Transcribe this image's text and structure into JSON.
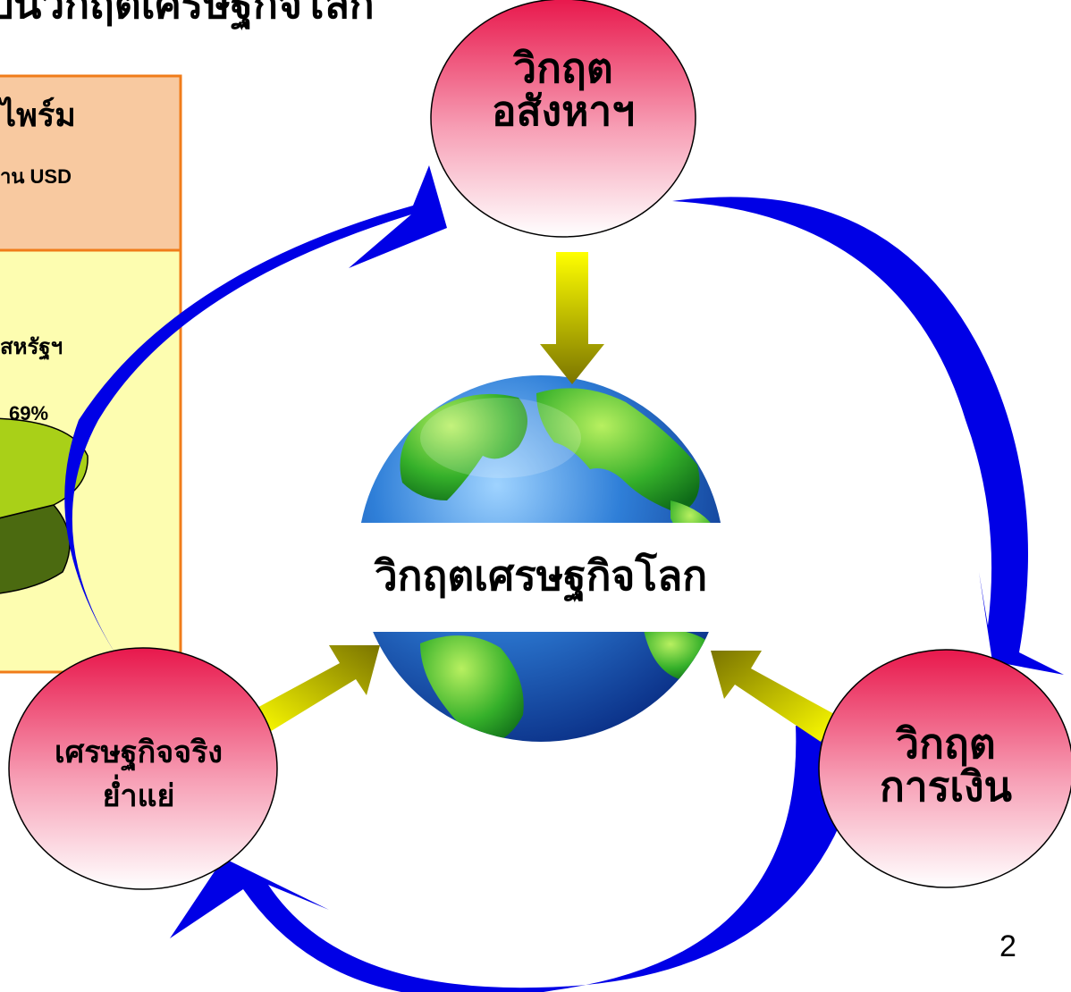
{
  "slide": {
    "title": "เป็นวิกฤตเศรษฐกิจโลก",
    "page_number": "2"
  },
  "side_box": {
    "title": "ไพร์ม",
    "subtitle": "าน USD",
    "pie_label": "สหรัฐฯ",
    "pie_percent": "69%"
  },
  "nodes": {
    "top": {
      "line1": "วิกฤต",
      "line2": "อสังหาฯ"
    },
    "left": {
      "line1": "เศรษฐกิจจริง",
      "line2": "ย่ำแย่"
    },
    "right": {
      "line1": "วิกฤต",
      "line2": "การเงิน"
    }
  },
  "center": {
    "label": "วิกฤตเศรษฐกิจโลก"
  },
  "colors": {
    "cycle_arrow": "#0000e6",
    "inward_arrow_light": "#ffff00",
    "inward_arrow_dark": "#807800",
    "circle_top": "#e8184c",
    "circle_bottom": "#ffffff",
    "box_border": "#f07c1a"
  }
}
